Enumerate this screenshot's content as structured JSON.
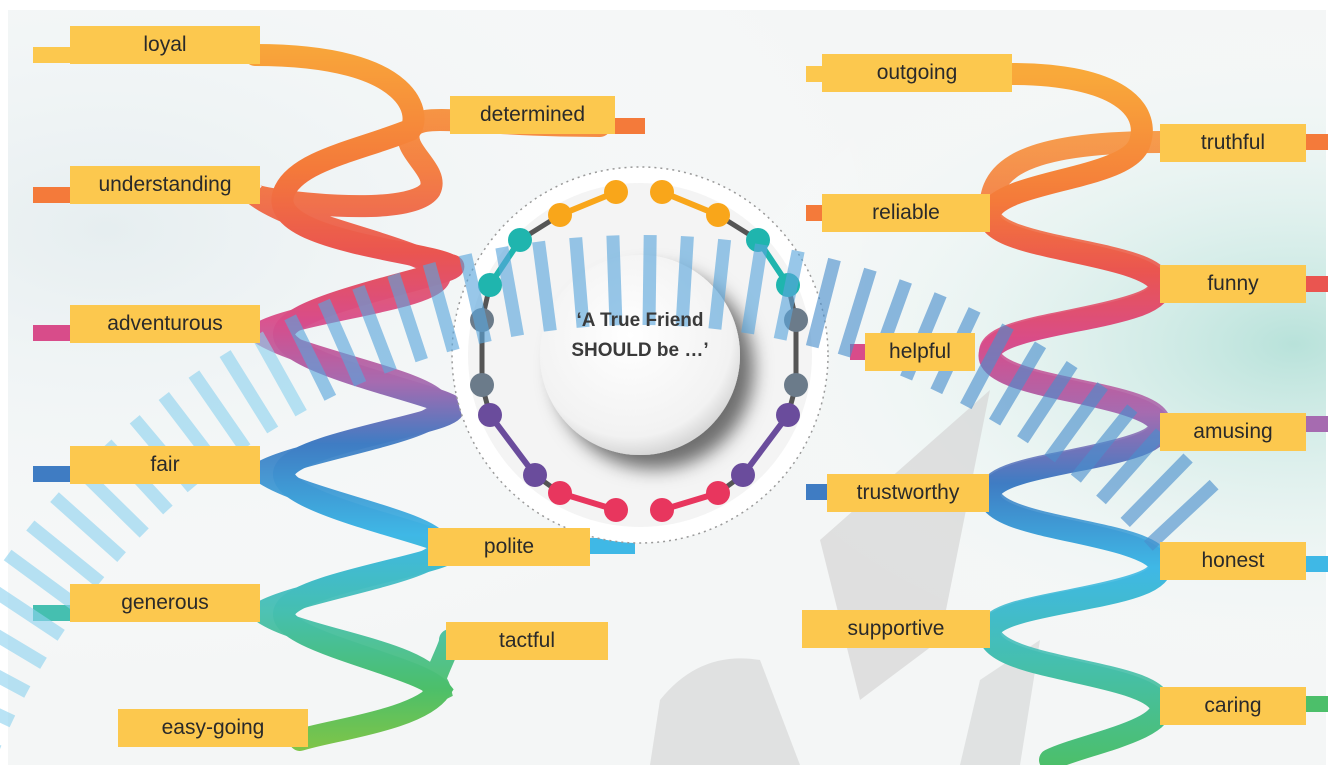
{
  "center": {
    "line1": "‘A True Friend",
    "line2": "SHOULD be …’"
  },
  "labels": {
    "loyal": "loyal",
    "determined": "determined",
    "understanding": "understanding",
    "adventurous": "adventurous",
    "fair": "fair",
    "polite": "polite",
    "generous": "generous",
    "tactful": "tactful",
    "easygoing": "easy-going",
    "outgoing": "outgoing",
    "truthful": "truthful",
    "reliable": "reliable",
    "funny": "funny",
    "helpful": "helpful",
    "amusing": "amusing",
    "trustworthy": "trustworthy",
    "honest": "honest",
    "supportive": "supportive",
    "caring": "caring"
  },
  "colors": {
    "label": "#fcc84e",
    "strand": [
      "#f9a93a",
      "#f47a3a",
      "#ea5550",
      "#d84c8a",
      "#a66bb0",
      "#3f7cc3",
      "#3fb8e6",
      "#45bfb0",
      "#4cbf6a",
      "#8cc63f"
    ],
    "ring_beads": [
      "#f9a61a",
      "#1fb5ae",
      "#6b7b8a",
      "#6a4c9c",
      "#e8365e"
    ]
  }
}
